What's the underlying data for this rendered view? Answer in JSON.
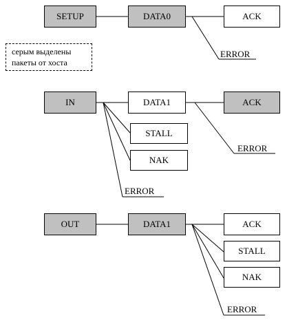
{
  "legend": {
    "line1": "серым выделены",
    "line2": "пакеты от хоста"
  },
  "setup": {
    "token": "SETUP",
    "data": "DATA0",
    "ack": "ACK",
    "error": "ERROR"
  },
  "in": {
    "token": "IN",
    "data": "DATA1",
    "stall": "STALL",
    "nak": "NAK",
    "error_token": "ERROR",
    "ack": "ACK",
    "error_data": "ERROR"
  },
  "out": {
    "token": "OUT",
    "data": "DATA1",
    "ack": "ACK",
    "stall": "STALL",
    "nak": "NAK",
    "error": "ERROR"
  },
  "colors": {
    "host_fill": "#c0c0c0",
    "device_fill": "#ffffff",
    "line": "#000000"
  }
}
